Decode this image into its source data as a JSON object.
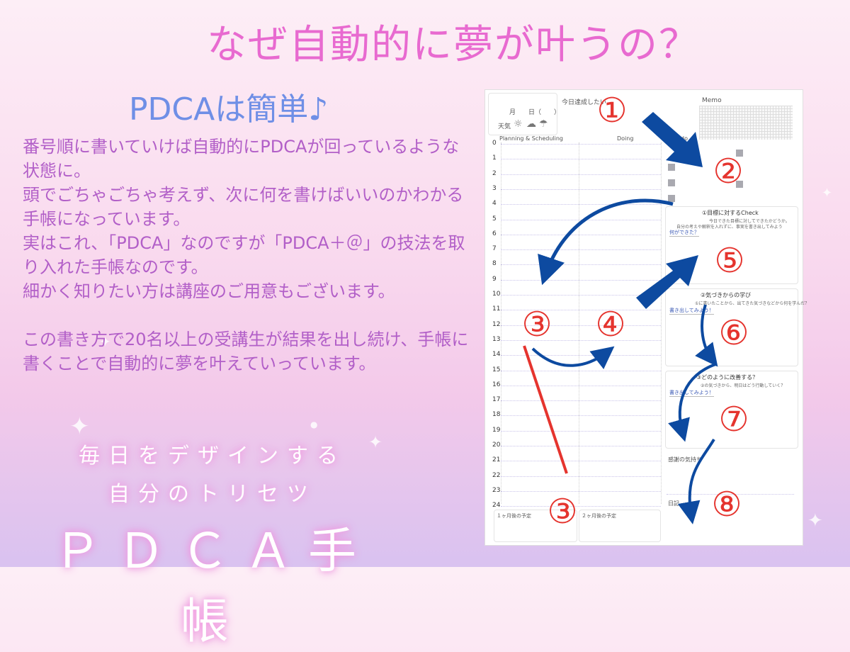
{
  "title": "なぜ自動的に夢が叶うの？",
  "subtitle": "PDCAは簡単♪",
  "paragraphs": [
    "番号順に書いていけば自動的にPDCAが回っているような状態に。",
    "頭でごちゃごちゃ考えず、次に何を書けばいいのかわかる手帳になっています。",
    "実はこれ、「PDCA」なのですが「PDCA＋＠」の技法を取り入れた手帳なのです。",
    "細かく知りたい方は講座のご用意もございます。",
    "",
    "この書き方で20名以上の受講生が結果を出し続け、手帳に書くことで自動的に夢を叶えていっています。"
  ],
  "logo": {
    "line1": "毎日をデザインする",
    "line2": "自分のトリセツ",
    "line3": "ＰＤＣＡ手帳"
  },
  "planner": {
    "goal_label": "今日達成したい",
    "memo_label": "Memo",
    "date_label": "月　　日（　　）",
    "weather_label": "天気",
    "weather_icons": [
      "sun-icon",
      "cloud-icon",
      "umbrella-icon"
    ],
    "col_plan": "Planning & Scheduling",
    "col_doing": "Doing",
    "col_todo": "do",
    "hours": [
      "0",
      "1",
      "2",
      "3",
      "4",
      "5",
      "6",
      "7",
      "8",
      "9",
      "10",
      "11",
      "12",
      "13",
      "14",
      "15",
      "16",
      "17",
      "18",
      "19",
      "20",
      "21",
      "22",
      "23",
      "24"
    ],
    "box1": {
      "title": "①目標に対するCheck",
      "sub1": "今日できた目標に対してできたかどうか。",
      "sub2": "自分の考えや解釈を入れずに、事実を書き出してみよう",
      "tag": "何ができた？"
    },
    "box2": {
      "title": "②気づきからの学び",
      "sub1": "①に書いたことから、出てきた気づきなどから何を学んだ？",
      "tag": "書き出してみよう！"
    },
    "box3": {
      "title": "③どのように改善する？",
      "sub1": "②の気づきから、明日はどう行動していく？",
      "tag": "書き出してみよう！"
    },
    "gratitude_label": "感謝の気持ち",
    "diary_label": "日記",
    "bottom_left": "１ヶ月後の予定",
    "bottom_mid": "２ヶ月後の予定"
  },
  "steps": [
    "①",
    "②",
    "③",
    "④",
    "⑤",
    "⑥",
    "⑦",
    "⑧",
    "③"
  ],
  "colors": {
    "title": "#e86ad0",
    "subtitle": "#6f8fe6",
    "body": "#b25fc8",
    "step_red": "#e5342e",
    "arrow_blue": "#0d4aa0"
  }
}
